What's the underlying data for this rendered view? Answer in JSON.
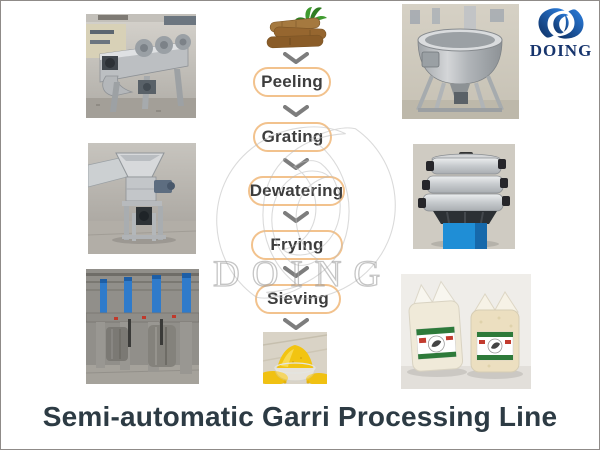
{
  "logo": {
    "brand": "DOING"
  },
  "watermark": {
    "text": "DOING"
  },
  "flow": {
    "source_icon": "cassava-roots",
    "result_icon": "garri-bowl",
    "steps": [
      {
        "label": "Peeling"
      },
      {
        "label": "Grating"
      },
      {
        "label": "Dewatering"
      },
      {
        "label": "Frying"
      },
      {
        "label": "Sieving"
      }
    ]
  },
  "photos": {
    "left": [
      {
        "icon": "cassava-peeling-machine-photo"
      },
      {
        "icon": "cassava-grating-machine-photo"
      },
      {
        "icon": "hydraulic-dewatering-press-photo"
      }
    ],
    "right": [
      {
        "icon": "garri-frying-machine-photo"
      },
      {
        "icon": "vibrating-sieve-machine-photo"
      },
      {
        "icon": "packaged-garri-bags-photo"
      }
    ]
  },
  "title": {
    "text": "Semi-automatic Garri Processing Line"
  },
  "colors": {
    "pill_border": "#f2c28d",
    "pill_text": "#3d3d3d",
    "arrow": "#7d7d7d",
    "title": "#2d3b44",
    "logo_navy": "#17356d",
    "logo_blue": "#1f6fd4",
    "watermark": "#9f9f9f"
  }
}
